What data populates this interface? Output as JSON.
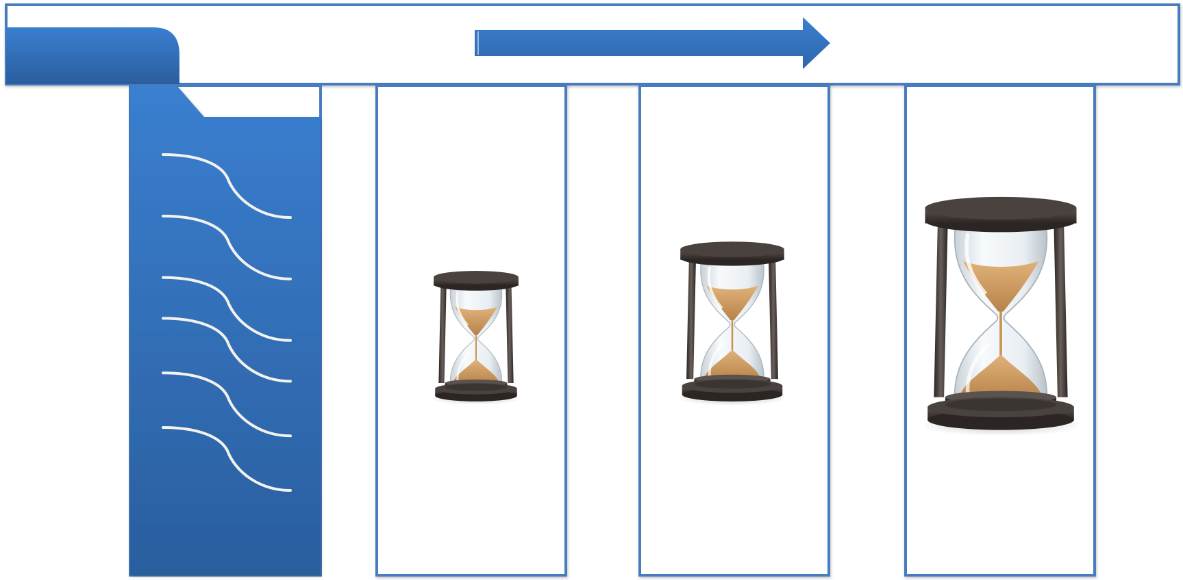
{
  "colors": {
    "accent_top": "#3a7fd0",
    "accent_bottom": "#2a5e9e",
    "frame_stroke": "#4a7bbf",
    "connector_line": "#f2f2ef",
    "hourglass_frame": "#3a3432",
    "hourglass_glass": "#eef3f6",
    "sand": "#c69454"
  },
  "diagram": {
    "top_banner": {
      "icon": "right-arrow"
    },
    "side_tab": {
      "connector_count": 6,
      "connector_icon": "s-curve"
    },
    "columns": [
      {
        "icon": "hourglass-icon",
        "relative_size": 1.0
      },
      {
        "icon": "hourglass-icon",
        "relative_size": 1.22
      },
      {
        "icon": "hourglass-icon",
        "relative_size": 1.8
      }
    ]
  }
}
